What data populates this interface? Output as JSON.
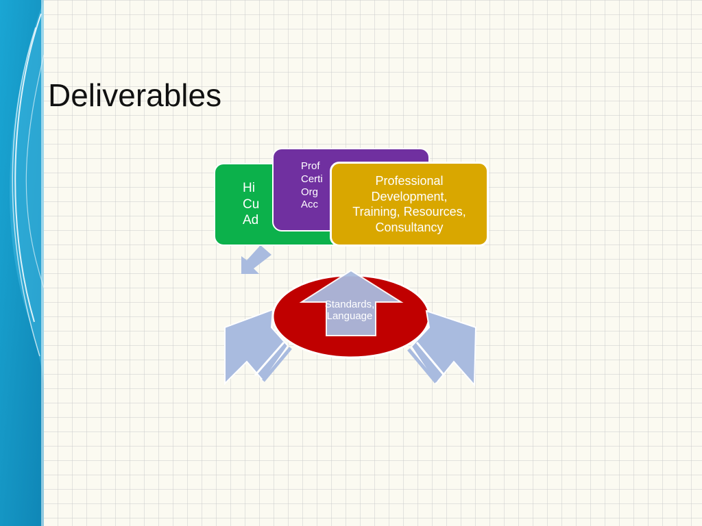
{
  "slide": {
    "title": "Deliverables"
  },
  "diagram": {
    "boxes": [
      {
        "id": "green",
        "text": "Hi\nCu\nAd",
        "color": "#0cb14b"
      },
      {
        "id": "purple",
        "text": "Prof\nCerti\nOrg\nAcc",
        "color": "#7030a0"
      },
      {
        "id": "yellow",
        "text": "Professional\nDevelopment,\nTraining, Resources,\nConsultancy",
        "color": "#d9a700"
      }
    ],
    "center": {
      "text": "Standards,\nLanguage",
      "color": "#c00000"
    },
    "arrow_color": "#a9bbdf",
    "accent_blue": "#1a9fd0"
  }
}
